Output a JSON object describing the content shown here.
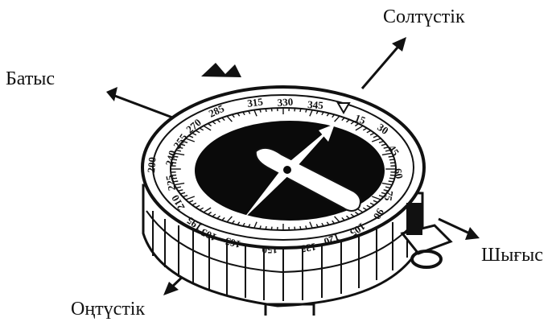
{
  "directions": {
    "north": "Солтүстік",
    "west": "Батыс",
    "east": "Шығыс",
    "south": "Оңтүстік"
  },
  "dial_numbers": {
    "top": [
      "315",
      "330",
      "345",
      "15"
    ],
    "right": [
      "30",
      "45",
      "60",
      "75",
      "90",
      "105"
    ],
    "left": [
      "285",
      "270",
      "255",
      "240",
      "225",
      "210",
      "200",
      "195"
    ],
    "bottom": [
      "150",
      "165",
      "135",
      "105",
      "120"
    ]
  },
  "colors": {
    "ink": "#111111",
    "background": "#ffffff"
  }
}
